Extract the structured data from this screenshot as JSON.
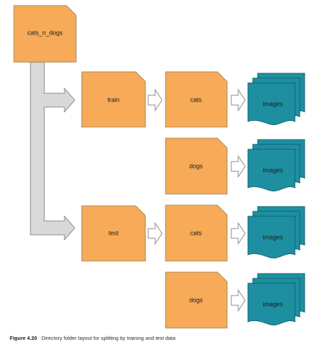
{
  "colors": {
    "folder_fill": "#F7AA57",
    "folder_stroke": "#8a7a5a",
    "images_fill": "#1D8FA1",
    "images_stroke": "#0f5660",
    "connector_fill": "#D9D9D9",
    "connector_stroke": "#888888"
  },
  "nodes": {
    "root": "cats_n_dogs",
    "train": "train",
    "test": "test",
    "train_cats": "cats",
    "train_dogs": "dogs",
    "test_cats": "cats",
    "test_dogs": "dogs",
    "train_cats_images": "images",
    "train_dogs_images": "images",
    "test_cats_images": "images",
    "test_dogs_images": "images"
  },
  "caption": {
    "figure": "Figure 4.20",
    "text": "Directory folder layout for splitting by training and test data"
  }
}
